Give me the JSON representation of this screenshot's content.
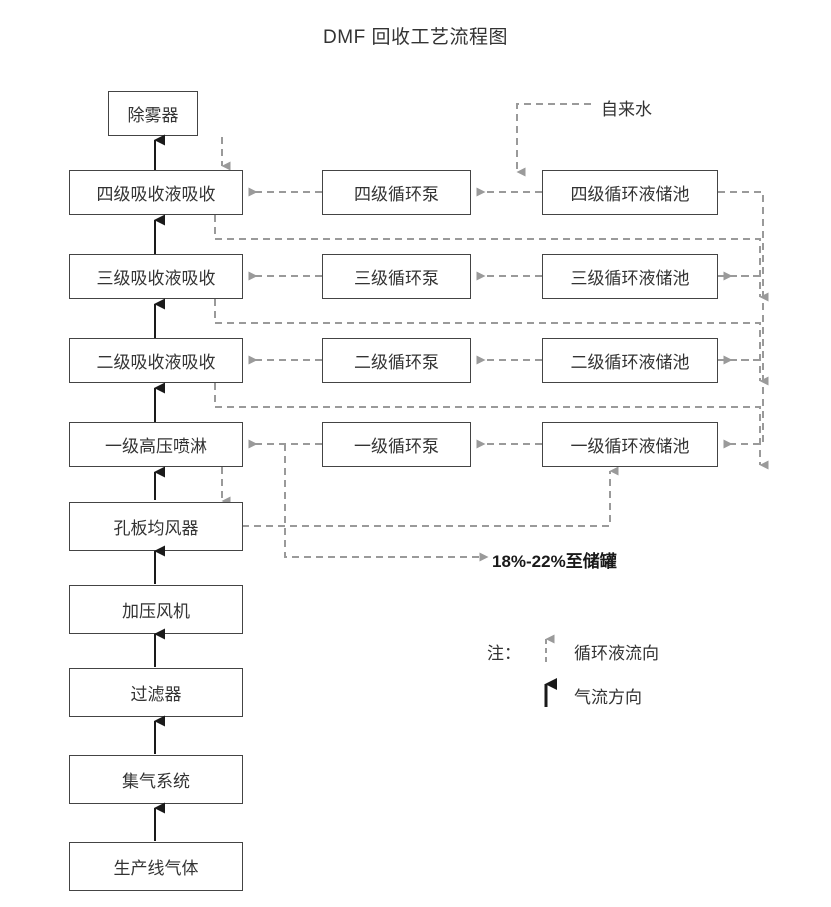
{
  "title": "DMF 回收工艺流程图",
  "gas_train": [
    {
      "id": "demister",
      "label": "除雾器"
    },
    {
      "id": "stage4-absorb",
      "label": "四级吸收液吸收"
    },
    {
      "id": "stage3-absorb",
      "label": "三级吸收液吸收"
    },
    {
      "id": "stage2-absorb",
      "label": "二级吸收液吸收"
    },
    {
      "id": "stage1-spray",
      "label": "一级高压喷淋"
    },
    {
      "id": "orifice-distributor",
      "label": "孔板均风器"
    },
    {
      "id": "pressure-fan",
      "label": "加压风机"
    },
    {
      "id": "filter",
      "label": "过滤器"
    },
    {
      "id": "gas-collection",
      "label": "集气系统"
    },
    {
      "id": "production-line-gas",
      "label": "生产线气体"
    }
  ],
  "pumps": [
    {
      "id": "pump4",
      "label": "四级循环泵"
    },
    {
      "id": "pump3",
      "label": "三级循环泵"
    },
    {
      "id": "pump2",
      "label": "二级循环泵"
    },
    {
      "id": "pump1",
      "label": "一级循环泵"
    }
  ],
  "tanks": [
    {
      "id": "tank4",
      "label": "四级循环液储池"
    },
    {
      "id": "tank3",
      "label": "三级循环液储池"
    },
    {
      "id": "tank2",
      "label": "二级循环液储池"
    },
    {
      "id": "tank1",
      "label": "一级循环液储池"
    }
  ],
  "annotations": {
    "water_supply": "自来水",
    "to_storage": "18%-22%至储罐"
  },
  "legend": {
    "note_label": "注：",
    "liquid_flow": "循环液流向",
    "gas_flow": "气流方向"
  },
  "colors": {
    "box_border": "#444444",
    "text": "#333333",
    "gas_arrow": "#1a1a1a",
    "liquid_arrow": "#9a9a9a"
  }
}
